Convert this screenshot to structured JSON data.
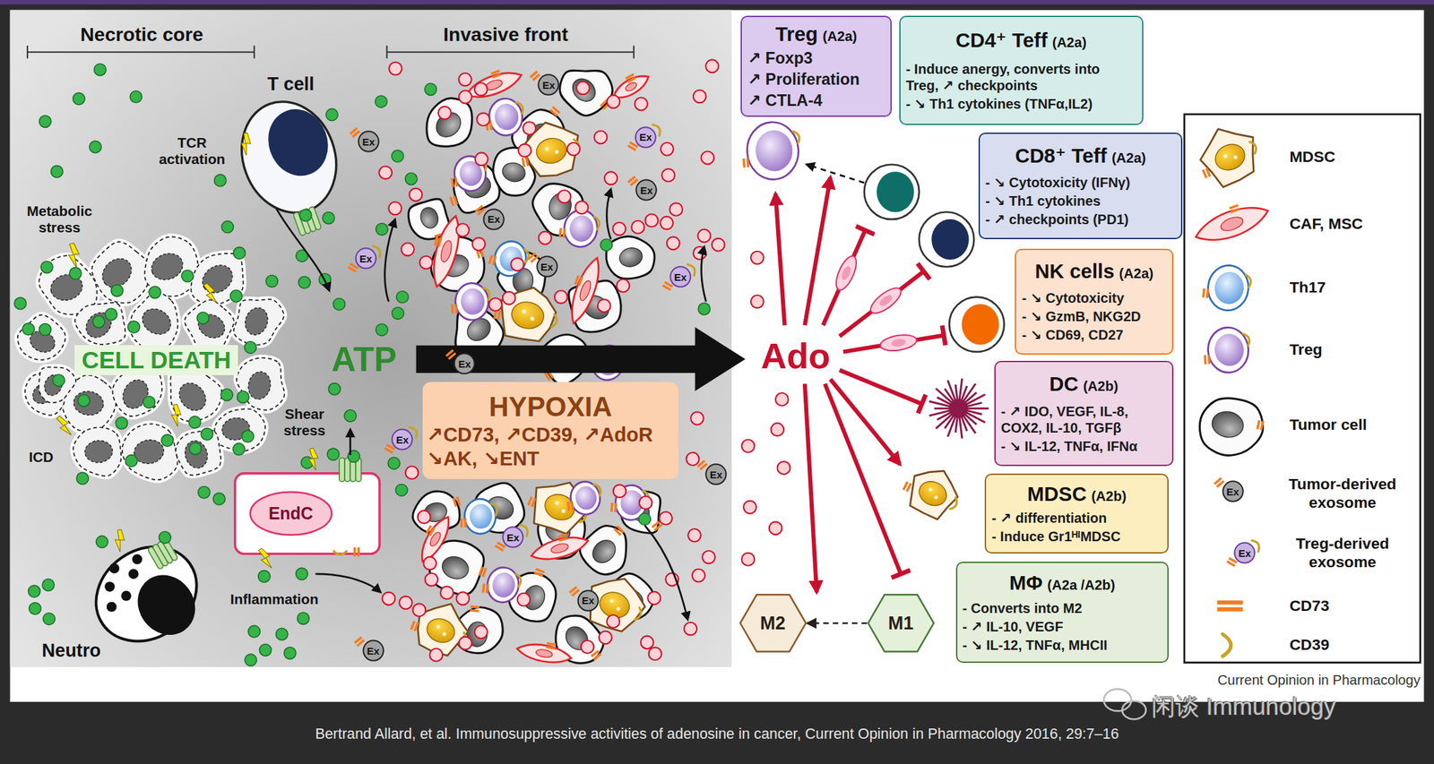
{
  "diagram": {
    "caption": "Bertrand Allard, et al. Immunosuppressive activities of adenosine in cancer, Current Opinion in Pharmacology 2016, 29:7–16",
    "nodes": [
      {
        "text": [
          "CELL DEATH"
        ]
      },
      {
        "text": [
          "EndC"
        ]
      },
      {
        "text": [
          "HYPOXIA",
          "↗CD73, ↗CD39, ↗AdoR",
          "↘AK, ↘ENT"
        ]
      },
      {
        "text": [
          "Ex"
        ]
      },
      {
        "text": [
          "Ex"
        ]
      },
      {
        "text": [
          "Ex"
        ]
      },
      {
        "text": [
          "Ex"
        ]
      },
      {
        "text": [
          "Ex"
        ]
      },
      {
        "text": [
          "Ex"
        ]
      },
      {
        "text": [
          "Ex"
        ]
      },
      {
        "text": [
          "Ex"
        ]
      },
      {
        "text": [
          "Ex"
        ]
      },
      {
        "text": [
          "Ex"
        ]
      },
      {
        "text": [
          "Ex"
        ]
      },
      {
        "text": [
          "Ex"
        ]
      },
      {
        "text": [
          "Ex"
        ]
      },
      {
        "text": [
          "Ex"
        ]
      },
      {
        "text": [
          "Treg",
          "(A2a)",
          "↗ Foxp3",
          "↗ Proliferation",
          "↗ CTLA-4"
        ]
      },
      {
        "text": [
          "CD4⁺ Teff",
          "(A2a)",
          "- Induce anergy, converts into Treg, ↗ checkpoints",
          "- ↘ Th1 cytokines (TNFα,IL2)"
        ]
      },
      {
        "text": [
          "CD8⁺ Teff",
          "(A2a)",
          "- ↘ Cytotoxicity (IFNγ)",
          "- ↘ Th1 cytokines",
          "- ↗ checkpoints (PD1)"
        ]
      },
      {
        "text": [
          "NK cells",
          "(A2a)",
          "- ↘ Cytotoxicity",
          "- ↘ GzmB, NKG2D",
          "- ↘ CD69, CD27"
        ]
      },
      {
        "text": [
          "DC",
          "(A2b)",
          "- ↗ IDO, VEGF, IL-8, COX2, IL-10, TGFβ",
          "- ↘ IL-12, TNFα, IFNα"
        ]
      },
      {
        "text": [
          "MDSC",
          "(A2b)",
          "- ↗ differentiation",
          "- Induce Gr1ᴴᴵMDSC"
        ]
      },
      {
        "text": [
          "MΦ",
          "(A2a /A2b)",
          "- Converts into M2",
          "- ↗ IL-10, VEGF",
          "- ↘ IL-12, TNFα, MHCII"
        ]
      },
      {
        "text": [
          "M2"
        ]
      },
      {
        "text": [
          "M1"
        ]
      },
      {
        "text": [
          "Ex"
        ]
      },
      {
        "text": [
          "Ex"
        ]
      }
    ],
    "edges": [
      {
        "from": 25,
        "to": 24,
        "arrow": "to"
      }
    ],
    "labels": [
      "Necrotic core",
      "Invasive front",
      "T cell",
      "TCR activation",
      "Metabolic stress",
      "ICD",
      "ATP",
      "Shear stress",
      "Inflammation",
      "Neutro",
      "Ado",
      "Current Opinion in Pharmacology",
      "闲谈 Immunology"
    ],
    "legend": [
      {
        "text": "MDSC"
      },
      {
        "text": "CAF, MSC"
      },
      {
        "text": "Th17"
      },
      {
        "text": "Treg"
      },
      {
        "text": "Tumor cell"
      },
      {
        "text": "Tumor-derived exosome"
      },
      {
        "text": "Treg-derived exosome"
      },
      {
        "text": "CD73",
        "color": "#f47b20"
      },
      {
        "text": "CD39"
      }
    ]
  }
}
